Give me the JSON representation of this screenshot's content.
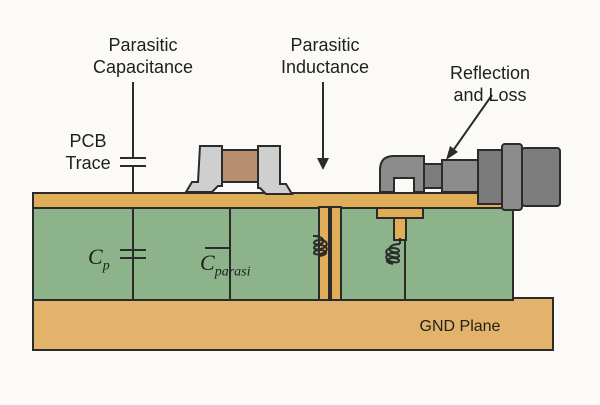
{
  "labels": {
    "parasitic_capacitance": {
      "line1": "Parasitic",
      "line2": "Capacitance"
    },
    "parasitic_inductance": {
      "line1": "Parasitic",
      "line2": "Inductance"
    },
    "reflection_and_loss": {
      "line1": "Reflection",
      "line2": "and Loss"
    },
    "pcb_trace": {
      "line1": "PCB",
      "line2": "Trace"
    },
    "gnd_plane": "GND Plane",
    "cp": {
      "main": "C",
      "sub": "p"
    },
    "cparasi": {
      "main": "C",
      "sub": "parasi"
    }
  },
  "colors": {
    "background": "#fbfaf6",
    "substrate": "#8db38a",
    "ground_plane": "#e3b26b",
    "trace": "#e0ae58",
    "outline": "#2b2b2b",
    "component_body": "#b88f6e",
    "component_terminal": "#cfcfcf",
    "connector": "#8c8c8c"
  },
  "icons": [
    "capacitor-symbol",
    "inductor-coil",
    "smd-component",
    "coaxial-connector",
    "arrow"
  ]
}
